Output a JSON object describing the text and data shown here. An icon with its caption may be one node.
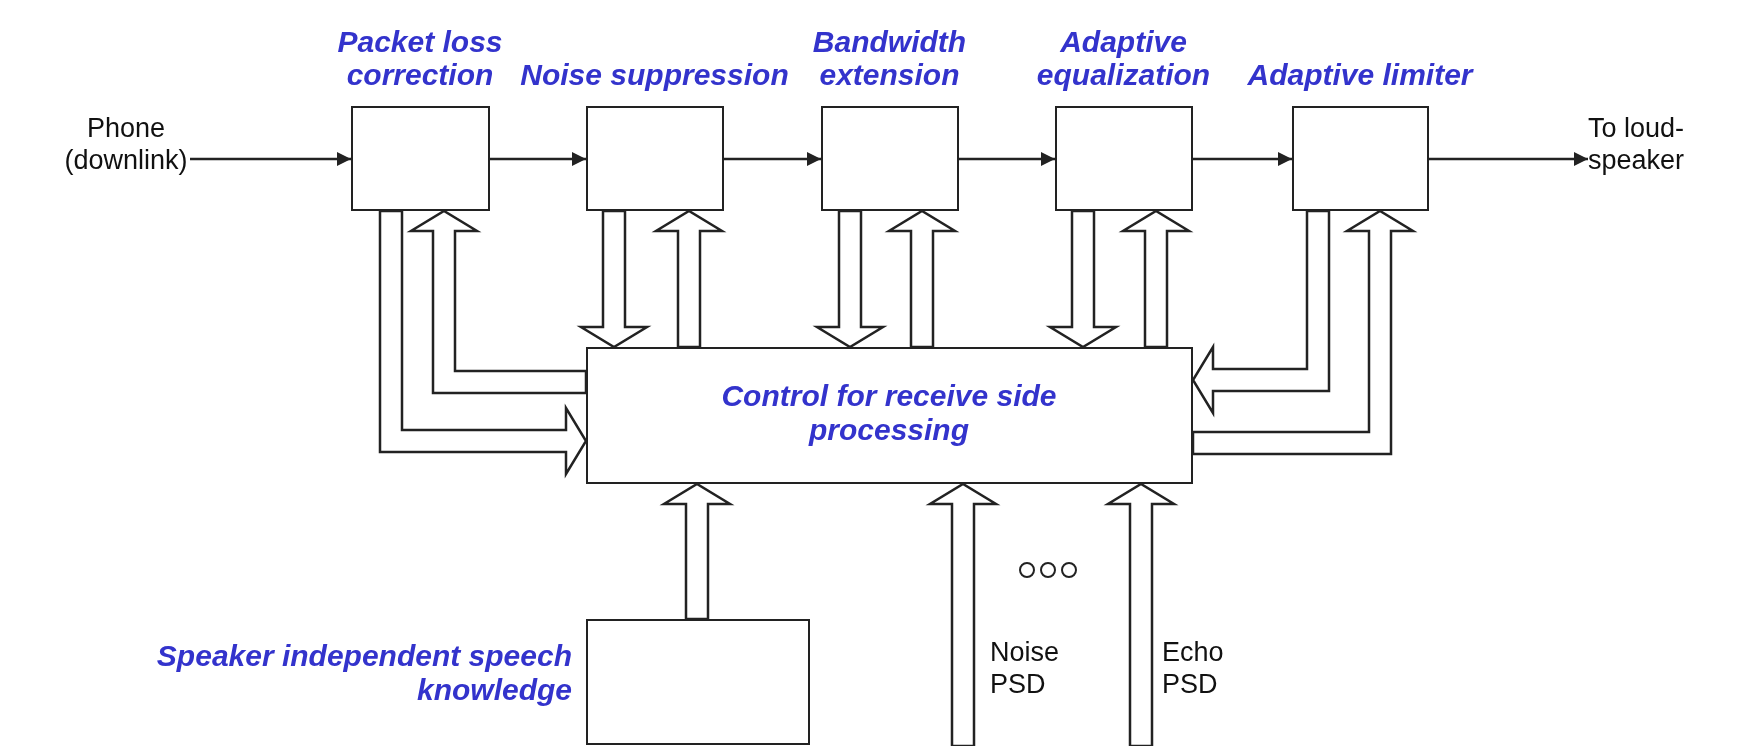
{
  "diagram": {
    "nodes": [
      {
        "text": [
          "Phone (downlink)"
        ]
      },
      {
        "text": [
          "Packet loss correction"
        ]
      },
      {
        "text": [
          "Noise suppression"
        ]
      },
      {
        "text": [
          "Bandwidth extension"
        ]
      },
      {
        "text": [
          "Adaptive equalization"
        ]
      },
      {
        "text": [
          "Adaptive limiter"
        ]
      },
      {
        "text": [
          "To loud-speaker"
        ]
      },
      {
        "text": [
          "Control for receive side processing"
        ]
      },
      {
        "text": [
          "Speaker independent speech knowledge"
        ]
      }
    ],
    "edges": [
      {
        "from": 0,
        "to": 1,
        "arrow": "to"
      },
      {
        "from": 1,
        "to": 2,
        "arrow": "to"
      },
      {
        "from": 2,
        "to": 3,
        "arrow": "to"
      },
      {
        "from": 3,
        "to": 4,
        "arrow": "to"
      },
      {
        "from": 4,
        "to": 5,
        "arrow": "to"
      },
      {
        "from": 5,
        "to": 6,
        "arrow": "to"
      },
      {
        "from": 1,
        "to": 7,
        "arrow": "to",
        "style": "thick"
      },
      {
        "from": 7,
        "to": 1,
        "arrow": "to",
        "style": "thick"
      },
      {
        "from": 2,
        "to": 7,
        "arrow": "to",
        "style": "thick"
      },
      {
        "from": 7,
        "to": 2,
        "arrow": "to",
        "style": "thick"
      },
      {
        "from": 3,
        "to": 7,
        "arrow": "to",
        "style": "thick"
      },
      {
        "from": 7,
        "to": 3,
        "arrow": "to",
        "style": "thick"
      },
      {
        "from": 4,
        "to": 7,
        "arrow": "to",
        "style": "thick"
      },
      {
        "from": 7,
        "to": 4,
        "arrow": "to",
        "style": "thick"
      },
      {
        "from": 5,
        "to": 7,
        "arrow": "to",
        "style": "thick"
      },
      {
        "from": 7,
        "to": 5,
        "arrow": "to",
        "style": "thick"
      },
      {
        "from": 8,
        "to": 7,
        "arrow": "to",
        "style": "thick"
      },
      {
        "from": null,
        "to": 7,
        "arrow": "to",
        "style": "thick",
        "label": "Noise PSD"
      },
      {
        "from": null,
        "to": 7,
        "arrow": "to",
        "style": "thick",
        "label": "Echo PSD"
      }
    ]
  }
}
